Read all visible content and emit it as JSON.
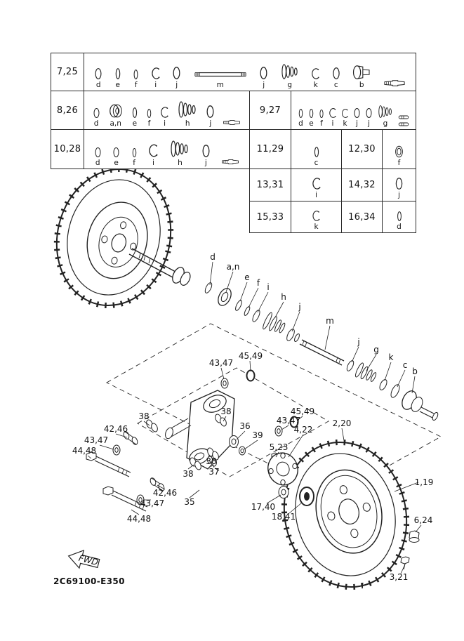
{
  "page": {
    "code": "2C69100-E350",
    "fwd": "FWD"
  },
  "table": {
    "r1": {
      "ref": "7,25",
      "parts": [
        "d",
        "e",
        "f",
        "i",
        "j",
        "m",
        "j",
        "g",
        "k",
        "c",
        "b"
      ]
    },
    "r2a": {
      "ref": "8,26",
      "parts": [
        "d",
        "a,n",
        "e",
        "f",
        "i",
        "h",
        "j"
      ]
    },
    "r2b": {
      "ref": "9,27",
      "parts": [
        "d",
        "e",
        "f",
        "i",
        "k",
        "j",
        "j",
        "g"
      ]
    },
    "r3a": {
      "ref": "10,28",
      "parts": [
        "d",
        "e",
        "f",
        "i",
        "h",
        "j"
      ]
    },
    "r3b": {
      "ref": "11,29",
      "parts": [
        "c"
      ]
    },
    "r3c": {
      "ref": "12,30",
      "parts": [
        "f"
      ]
    },
    "r4a": {
      "ref": "13,31",
      "parts": [
        "i"
      ]
    },
    "r4b": {
      "ref": "14,32",
      "parts": [
        "j"
      ]
    },
    "r5a": {
      "ref": "15,33",
      "parts": [
        "k"
      ]
    },
    "r5b": {
      "ref": "16,34",
      "parts": [
        "d"
      ]
    }
  },
  "callouts": {
    "d": "d",
    "an": "a,n",
    "e": "e",
    "f": "f",
    "i": "i",
    "h": "h",
    "j": "j",
    "m": "m",
    "g": "g",
    "k": "k",
    "c": "c",
    "b": "b",
    "p1_19": "1,19",
    "p2_20": "2,20",
    "p3_21": "3,21",
    "p4_22": "4,22",
    "p5_23": "5,23",
    "p6_24": "6,24",
    "p17_40": "17,40",
    "p18_41": "18,41",
    "p35": "35",
    "p36": "36",
    "p37": "37",
    "p38": "38",
    "p39": "39",
    "p42_46": "42,46",
    "p43_47": "43,47",
    "p44_48": "44,48",
    "p45_49": "45,49"
  }
}
